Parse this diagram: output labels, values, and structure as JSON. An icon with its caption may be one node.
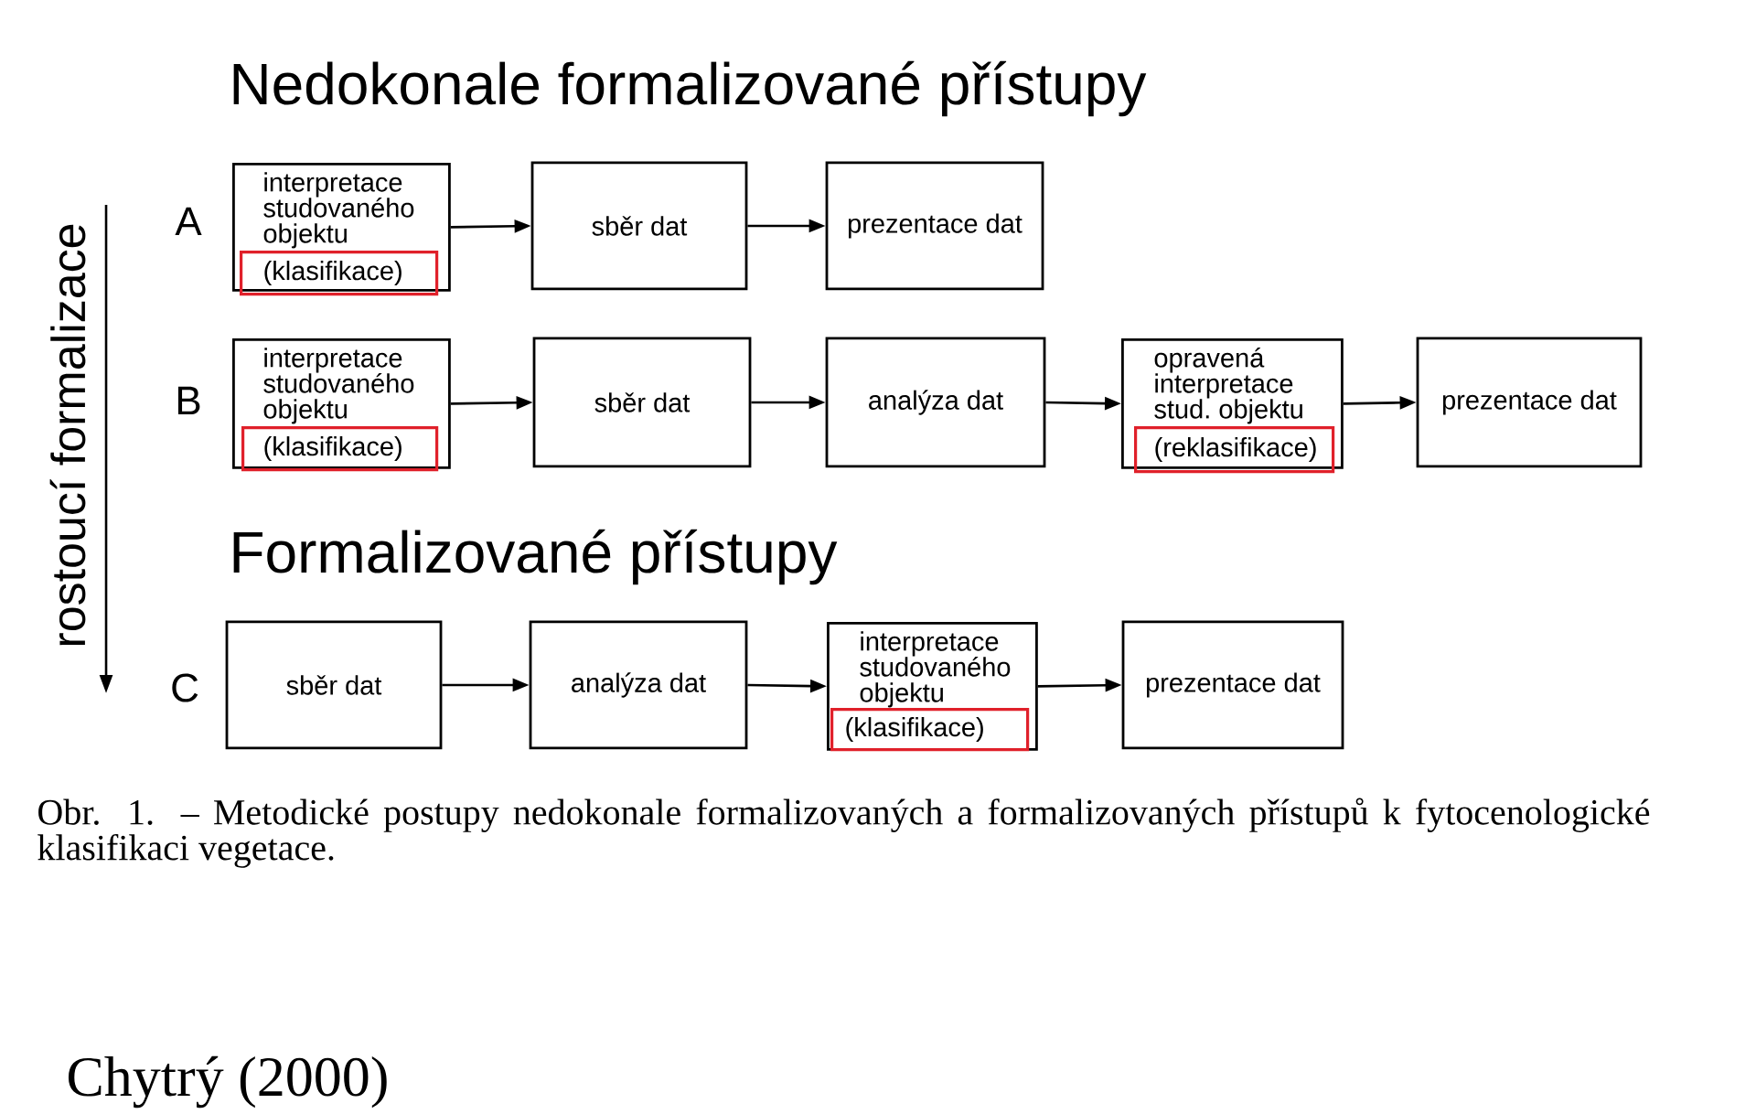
{
  "diagram": {
    "title": "Nedokonale formalizované přístupy",
    "caption": "Obr. 1. – Metodické postupy nedokonale formalizovaných a formalizovaných přístupů k fytocenologické klasifikaci vegetace.",
    "nodes": [
      {
        "text": [
          "interpretace studovaného objektu"
        ]
      },
      {
        "text": [
          "(klasifikace)"
        ],
        "in": 0
      },
      {
        "text": [
          "sběr dat"
        ]
      },
      {
        "text": [
          "prezentace dat"
        ]
      },
      {
        "text": [
          "interpretace studovaného objektu"
        ]
      },
      {
        "text": [
          "(klasifikace)"
        ],
        "in": 4
      },
      {
        "text": [
          "sběr dat"
        ]
      },
      {
        "text": [
          "analýza dat"
        ]
      },
      {
        "text": [
          "opravená interpretace stud. objektu"
        ]
      },
      {
        "text": [
          "(reklasifikace)"
        ],
        "in": 8
      },
      {
        "text": [
          "prezentace dat"
        ]
      },
      {
        "text": [
          "sběr dat"
        ]
      },
      {
        "text": [
          "analýza dat"
        ]
      },
      {
        "text": [
          "interpretace studovaného objektu"
        ]
      },
      {
        "text": [
          "(klasifikace)"
        ],
        "in": 13
      },
      {
        "text": [
          "prezentace dat"
        ]
      }
    ],
    "edges": [
      {
        "from": 0,
        "to": 2,
        "arrow": "to"
      },
      {
        "from": 2,
        "to": 3,
        "arrow": "to"
      },
      {
        "from": 4,
        "to": 6,
        "arrow": "to"
      },
      {
        "from": 6,
        "to": 7,
        "arrow": "to"
      },
      {
        "from": 7,
        "to": 8,
        "arrow": "to"
      },
      {
        "from": 8,
        "to": 10,
        "arrow": "to"
      },
      {
        "from": 11,
        "to": 12,
        "arrow": "to"
      },
      {
        "from": 12,
        "to": 13,
        "arrow": "to"
      },
      {
        "from": 13,
        "to": 15,
        "arrow": "to"
      }
    ],
    "labels": [
      "A",
      "rostoucí formalizace",
      "B",
      "Formalizované přístupy",
      "C",
      "Chytrý (2000)"
    ]
  }
}
